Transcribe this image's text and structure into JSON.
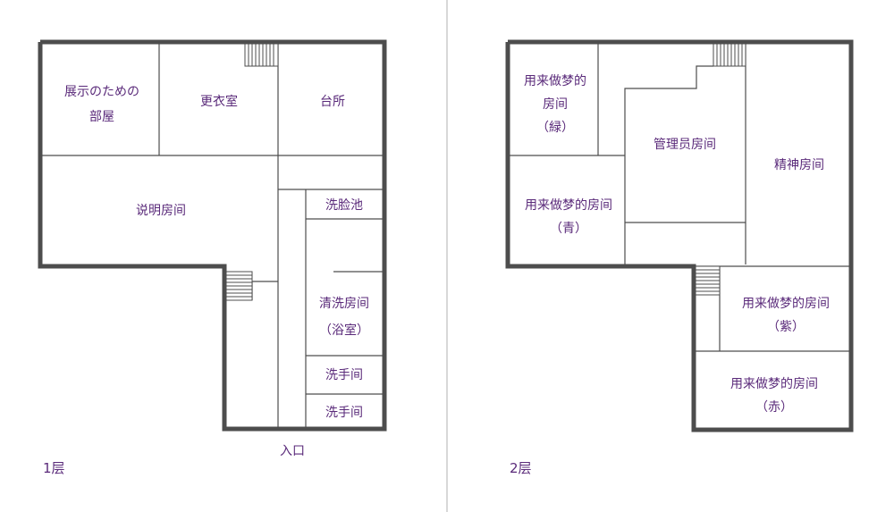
{
  "floor1": {
    "title": "1层",
    "entrance": "入口",
    "rooms": {
      "exhibit_line1": "展示のための",
      "exhibit_line2": "部屋",
      "changing": "更衣室",
      "kitchen": "台所",
      "explanation": "说明房间",
      "washbasin": "洗脸池",
      "bath_line1": "清洗房间",
      "bath_line2": "（浴室）",
      "toilet1": "洗手间",
      "toilet2": "洗手间"
    }
  },
  "floor2": {
    "title": "2层",
    "rooms": {
      "green_line1": "用来做梦的",
      "green_line2": "房间",
      "green_line3": "（緑）",
      "manager": "管理员房间",
      "spirit": "精神房间",
      "blue_line1": "用来做梦的房间",
      "blue_line2": "（青）",
      "purple_line1": "用来做梦的房间",
      "purple_line2": "（紫）",
      "red_line1": "用来做梦的房间",
      "red_line2": "（赤）"
    }
  },
  "colors": {
    "wall": "#4d4d4d",
    "text": "#5a2a7a",
    "divider": "#b0b0b0"
  }
}
